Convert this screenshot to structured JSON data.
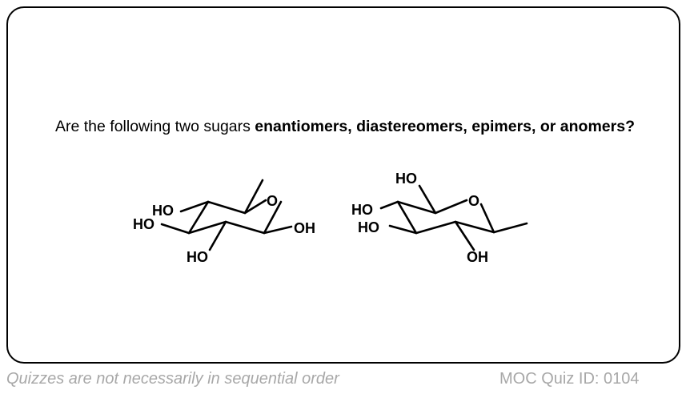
{
  "question": {
    "prefix": "Are the following two sugars ",
    "options": "enantiomers, diastereomers, epimers, or anomers?"
  },
  "molecule_1": {
    "ring_oxygen": "O",
    "labels": [
      "HO",
      "HO",
      "HO",
      "OH"
    ]
  },
  "molecule_2": {
    "ring_oxygen": "O",
    "labels": [
      "HO",
      "HO",
      "HO",
      "OH"
    ]
  },
  "footer": {
    "note": "Quizzes are not necessarily in sequential order",
    "quiz_id": "MOC Quiz ID: 0104"
  }
}
